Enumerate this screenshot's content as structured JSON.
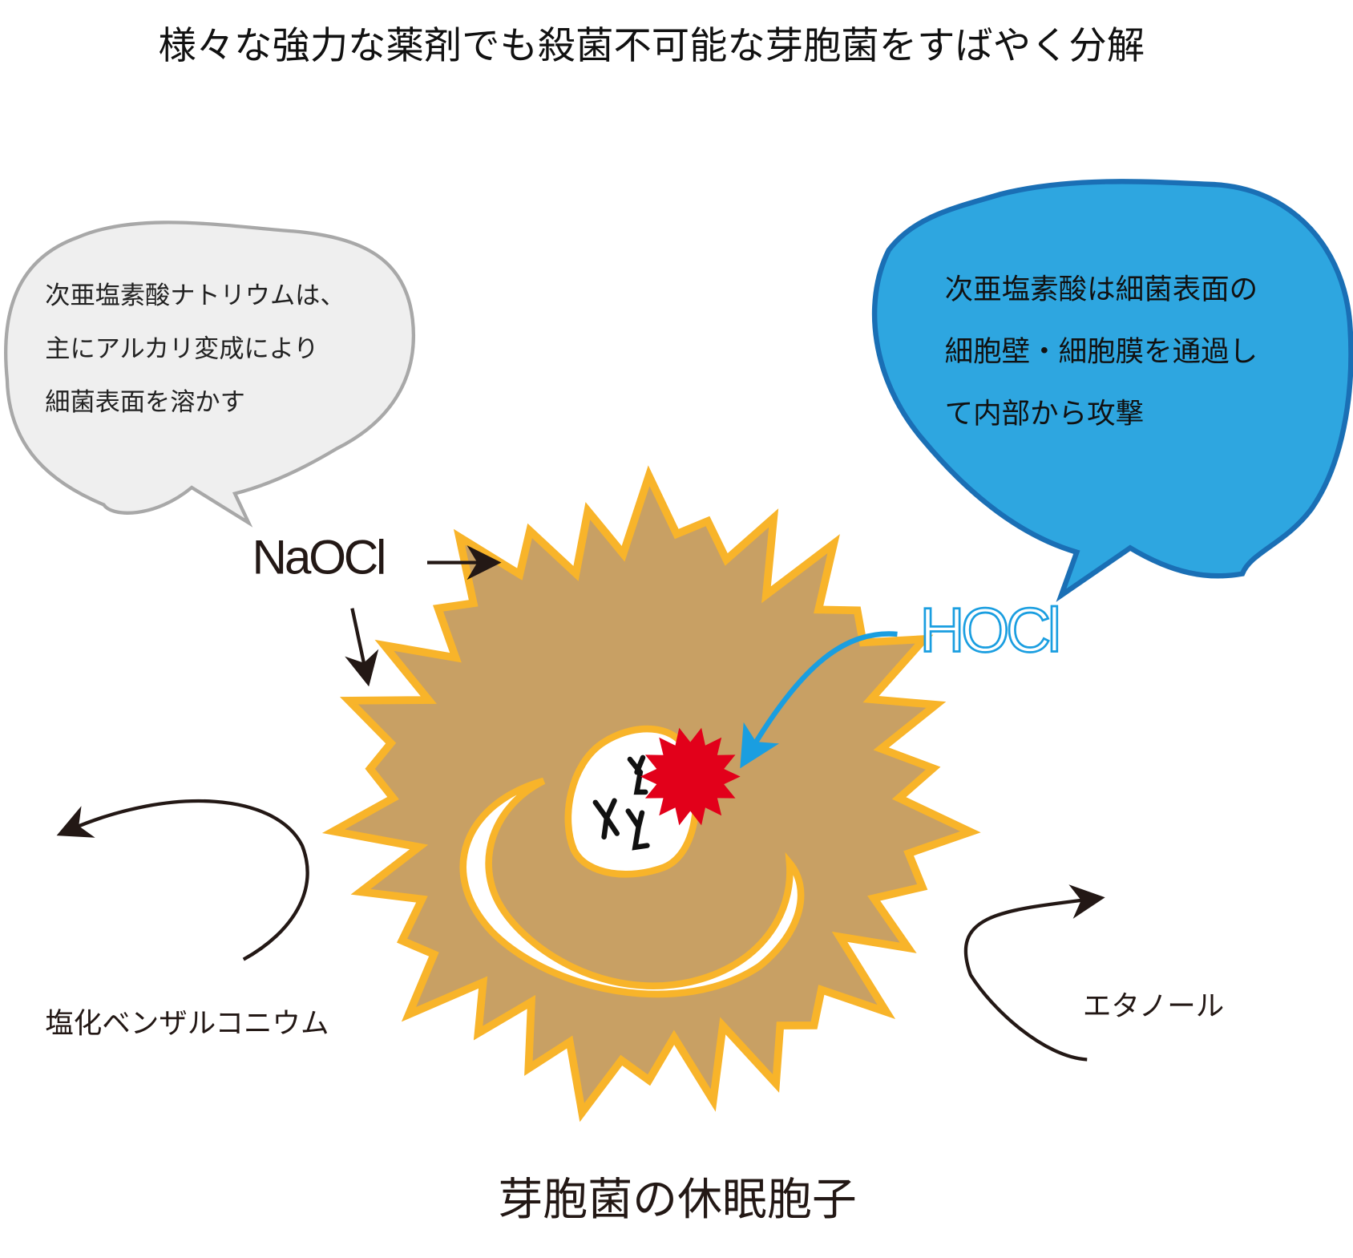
{
  "title": "様々な強力な薬剤でも殺菌不可能な芽胞菌をすばやく分解",
  "gray_bubble": {
    "lines": [
      "次亜塩素酸ナトリウムは、",
      "主にアルカリ変成により",
      "細菌表面を溶かす"
    ]
  },
  "blue_bubble": {
    "lines": [
      "次亜塩素酸は細菌表面の",
      "細胞壁・細胞膜を通過し",
      "て内部から攻撃"
    ]
  },
  "labels": {
    "naocl": "NaOCl",
    "hocl": "HOCl",
    "benzalkonium": "塩化ベンザルコニウム",
    "ethanol": "エタノール",
    "caption": "芽胞菌の休眠胞子"
  },
  "colors": {
    "spore_fill": "#c8a064",
    "spore_outline": "#f8b42a",
    "blue": "#2ea6e0",
    "blue_dark": "#1a6fb5",
    "red": "#e2001a",
    "gray_bubble": "#efefef"
  }
}
